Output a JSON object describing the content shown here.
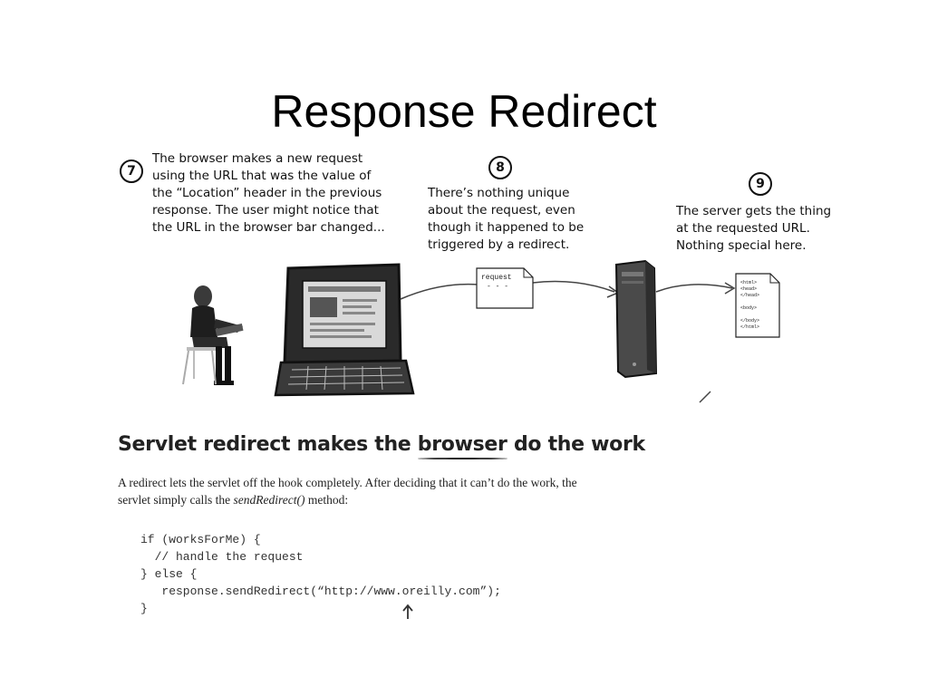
{
  "slide": {
    "title": "Response Redirect"
  },
  "steps": [
    {
      "number": "7",
      "text": "The browser makes a new request\nusing the URL that was the value of\nthe “Location” header in the previous\nresponse. The user might notice that\nthe URL in the browser bar changed..."
    },
    {
      "number": "8",
      "text": "There’s nothing unique\nabout the request, even\nthough it happened to be\ntriggered by a redirect."
    },
    {
      "number": "9",
      "text": "The server gets the thing\nat the requested URL.\nNothing special here."
    }
  ],
  "illustration": {
    "request_label": "request",
    "request_dots": "- - -",
    "doc_lines": [
      "<html>",
      "<head>",
      "</head>",
      "<body>",
      "</body>",
      "</html>"
    ],
    "icons": [
      "person-with-laptop-icon",
      "laptop-icon",
      "server-tower-icon",
      "html-document-icon",
      "request-paper-icon"
    ]
  },
  "section": {
    "heading_before": "Servlet redirect makes the ",
    "heading_underlined": "browser",
    "heading_after": " do the work",
    "body_before": "A redirect lets the servlet off the hook completely. After deciding that it can’t do the work, the servlet simply calls the ",
    "body_method": "sendRedirect()",
    "body_after": " method:"
  },
  "code": {
    "lines": [
      "if (worksForMe) {",
      "  // handle the request",
      "} else {",
      "   response.sendRedirect(“http://www.oreilly.com”);",
      "}"
    ]
  }
}
